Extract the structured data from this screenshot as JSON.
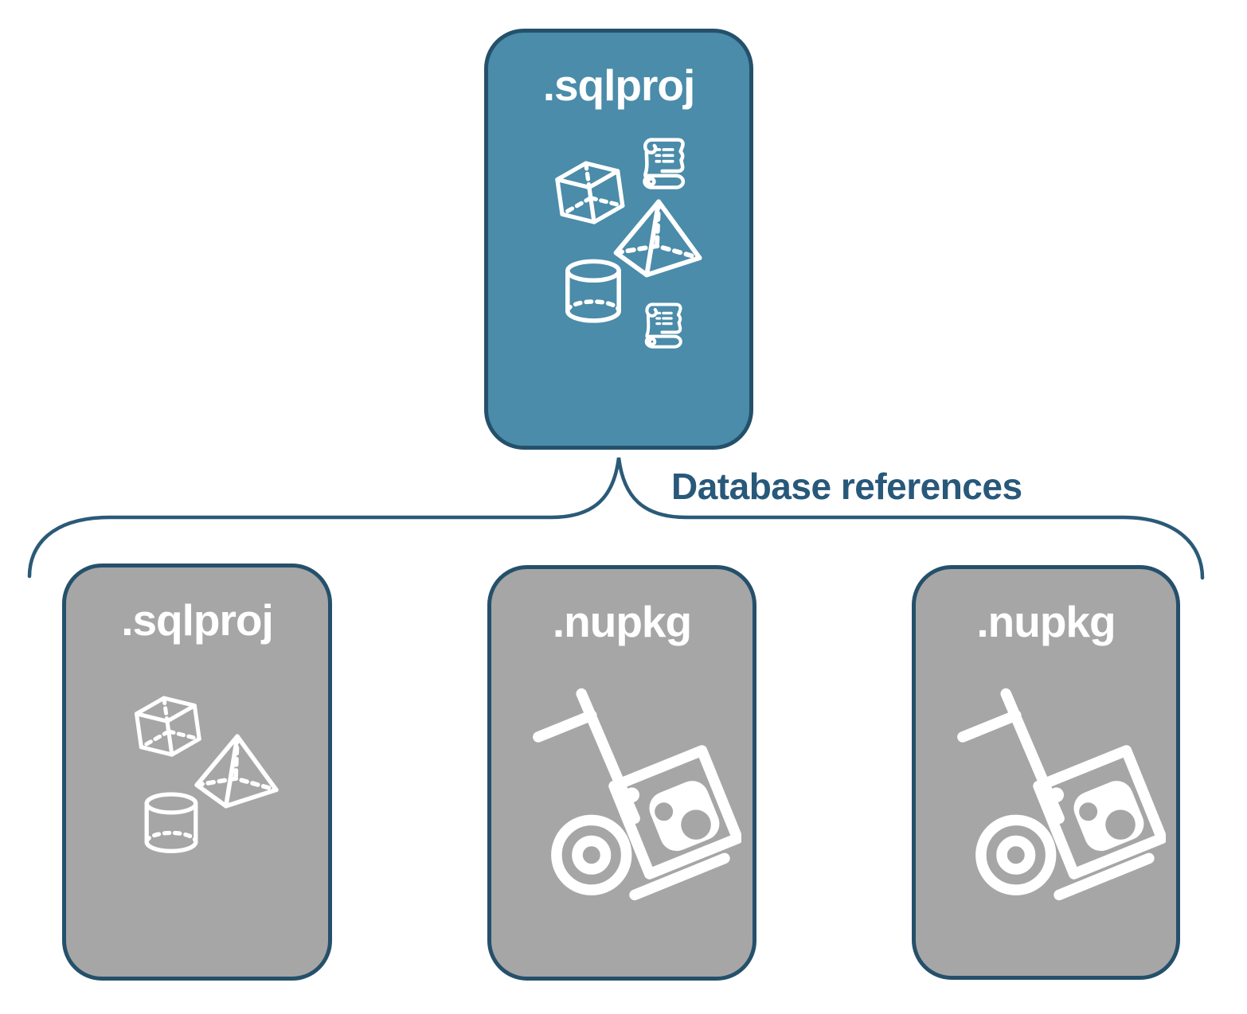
{
  "diagram": {
    "root_box": {
      "label": ".sqlproj",
      "icons": [
        "script-scroll-icon",
        "cube-icon",
        "pyramid-icon",
        "database-cylinder-icon",
        "script-scroll-icon"
      ]
    },
    "connector": {
      "label": "Database references"
    },
    "children": [
      {
        "label": ".sqlproj",
        "icons": [
          "cube-icon",
          "pyramid-icon",
          "database-cylinder-icon"
        ]
      },
      {
        "label": ".nupkg",
        "icons": [
          "package-handtruck-icon"
        ]
      },
      {
        "label": ".nupkg",
        "icons": [
          "package-handtruck-icon"
        ]
      }
    ],
    "colors": {
      "root_fill": "#4A8CA9",
      "child_fill": "#A6A6A6",
      "border": "#25506B",
      "label_text": "#FFFFFF",
      "connector": "#2A5A78",
      "connector_label": "#28587A",
      "background": "#FFFFFF"
    }
  }
}
